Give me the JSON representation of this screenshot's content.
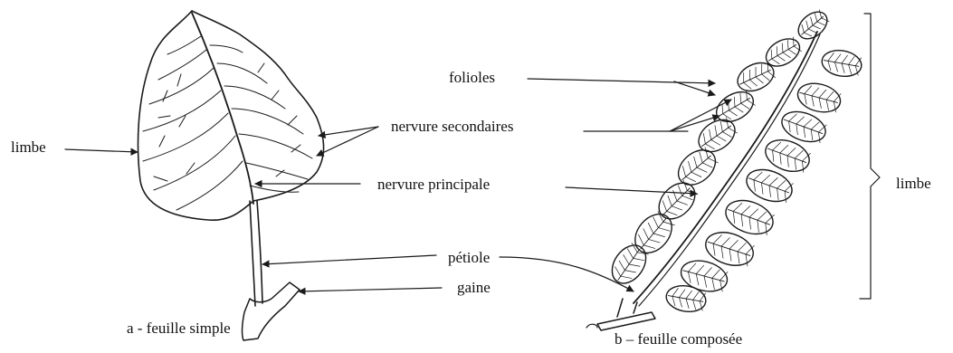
{
  "labels": {
    "limbe_left": "limbe",
    "nervures_secondaires": "nervure secondaires",
    "nervure_principale": "nervure  principale",
    "petiole": "pétiole",
    "gaine": "gaine",
    "folioles": "folioles",
    "limbe_right": "limbe",
    "caption_a": "a - feuille simple",
    "caption_b": "b – feuille composée"
  },
  "colors": {
    "ink": "#1a1a1a",
    "background": "#ffffff"
  }
}
